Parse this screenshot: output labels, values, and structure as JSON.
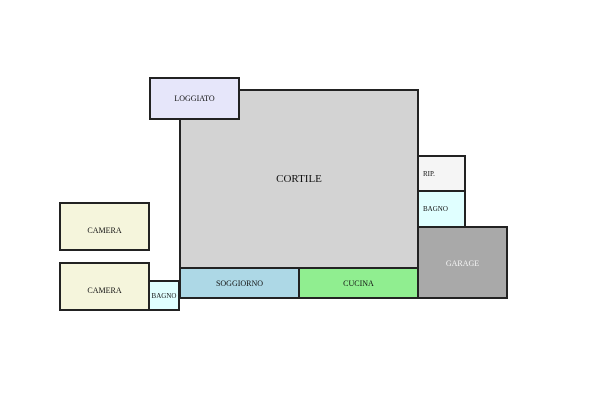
{
  "plan": {
    "rooms": {
      "loggiato": {
        "label": "LOGGIATO",
        "fill": "#e6e6fa"
      },
      "cortile": {
        "label": "CORTILE",
        "fill": "#d3d3d3"
      },
      "rip": {
        "label": "RIP.",
        "fill": "#f5f5f5"
      },
      "bagno_right": {
        "label": "BAGNO",
        "fill": "#e0ffff"
      },
      "garage": {
        "label": "GARAGE",
        "fill": "#a9a9a9",
        "text": "#f5f5f5"
      },
      "soggiorno": {
        "label": "SOGGIORNO",
        "fill": "#add8e6"
      },
      "cucina": {
        "label": "CUCINA",
        "fill": "#90ee90"
      },
      "camera_top": {
        "label": "CAMERA",
        "fill": "#f5f5dc"
      },
      "camera_bottom": {
        "label": "CAMERA",
        "fill": "#f5f5dc"
      },
      "bagno_left": {
        "label": "BAGNO",
        "fill": "#e0ffff"
      }
    }
  }
}
